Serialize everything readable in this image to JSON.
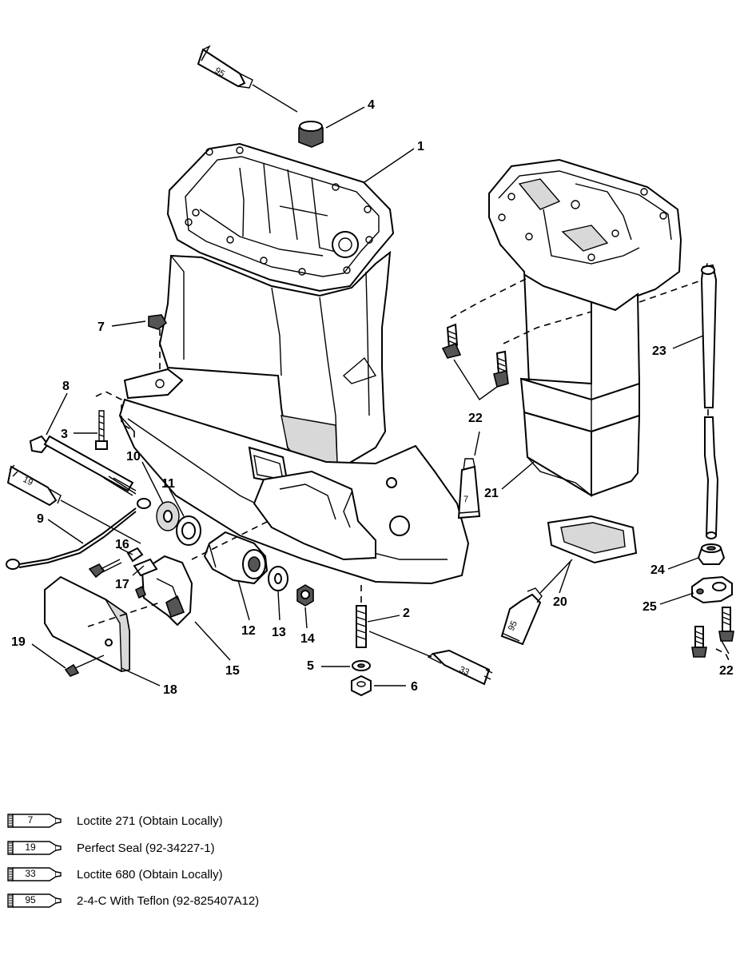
{
  "callouts": [
    {
      "id": "1",
      "text": "1"
    },
    {
      "id": "2",
      "text": "2"
    },
    {
      "id": "3",
      "text": "3"
    },
    {
      "id": "4",
      "text": "4"
    },
    {
      "id": "5",
      "text": "5"
    },
    {
      "id": "6",
      "text": "6"
    },
    {
      "id": "7",
      "text": "7"
    },
    {
      "id": "8",
      "text": "8"
    },
    {
      "id": "9",
      "text": "9"
    },
    {
      "id": "10",
      "text": "10"
    },
    {
      "id": "11",
      "text": "11"
    },
    {
      "id": "12",
      "text": "12"
    },
    {
      "id": "13",
      "text": "13"
    },
    {
      "id": "14",
      "text": "14"
    },
    {
      "id": "15",
      "text": "15"
    },
    {
      "id": "16",
      "text": "16"
    },
    {
      "id": "17",
      "text": "17"
    },
    {
      "id": "18",
      "text": "18"
    },
    {
      "id": "19",
      "text": "19"
    },
    {
      "id": "20",
      "text": "20"
    },
    {
      "id": "21",
      "text": "21"
    },
    {
      "id": "22a",
      "text": "22"
    },
    {
      "id": "22b",
      "text": "22"
    },
    {
      "id": "23",
      "text": "23"
    },
    {
      "id": "24",
      "text": "24"
    },
    {
      "id": "25",
      "text": "25"
    }
  ],
  "diagram_tubes": {
    "t95_top": "95",
    "t19": "19",
    "t7": "7",
    "t95_bottom": "95",
    "t33": "33"
  },
  "legend": [
    {
      "code": "7",
      "text": "Loctite 271 (Obtain Locally)"
    },
    {
      "code": "19",
      "text": "Perfect Seal (92-34227-1)"
    },
    {
      "code": "33",
      "text": "Loctite 680 (Obtain Locally)"
    },
    {
      "code": "95",
      "text": "2-4-C  With Teflon (92-825407A12)"
    }
  ]
}
